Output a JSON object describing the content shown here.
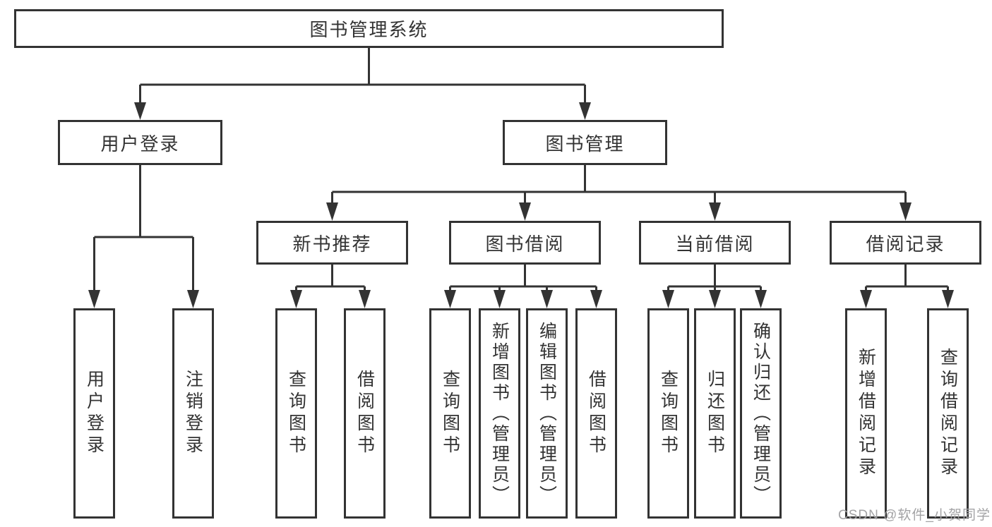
{
  "diagram": {
    "title": "图书管理系统",
    "watermark": "CSDN @软件_小贺同学",
    "colors": {
      "line": "#333333",
      "box_border": "#333333",
      "text": "#333333",
      "watermark": "#a3a3a5",
      "background": "#ffffff"
    },
    "branches": [
      {
        "label": "用户登录",
        "children": [
          "用户登录",
          "注销登录"
        ]
      },
      {
        "label": "图书管理",
        "groups": [
          {
            "label": "新书推荐",
            "children": [
              "查询图书",
              "借阅图书"
            ]
          },
          {
            "label": "图书借阅",
            "children": [
              "查询图书",
              "新增图书（管理员）",
              "编辑图书（管理员）",
              "借阅图书"
            ]
          },
          {
            "label": "当前借阅",
            "children": [
              "查询图书",
              "归还图书",
              "确认归还（管理员）"
            ]
          },
          {
            "label": "借阅记录",
            "children": [
              "新增借阅记录",
              "查询借阅记录"
            ]
          }
        ]
      }
    ]
  }
}
